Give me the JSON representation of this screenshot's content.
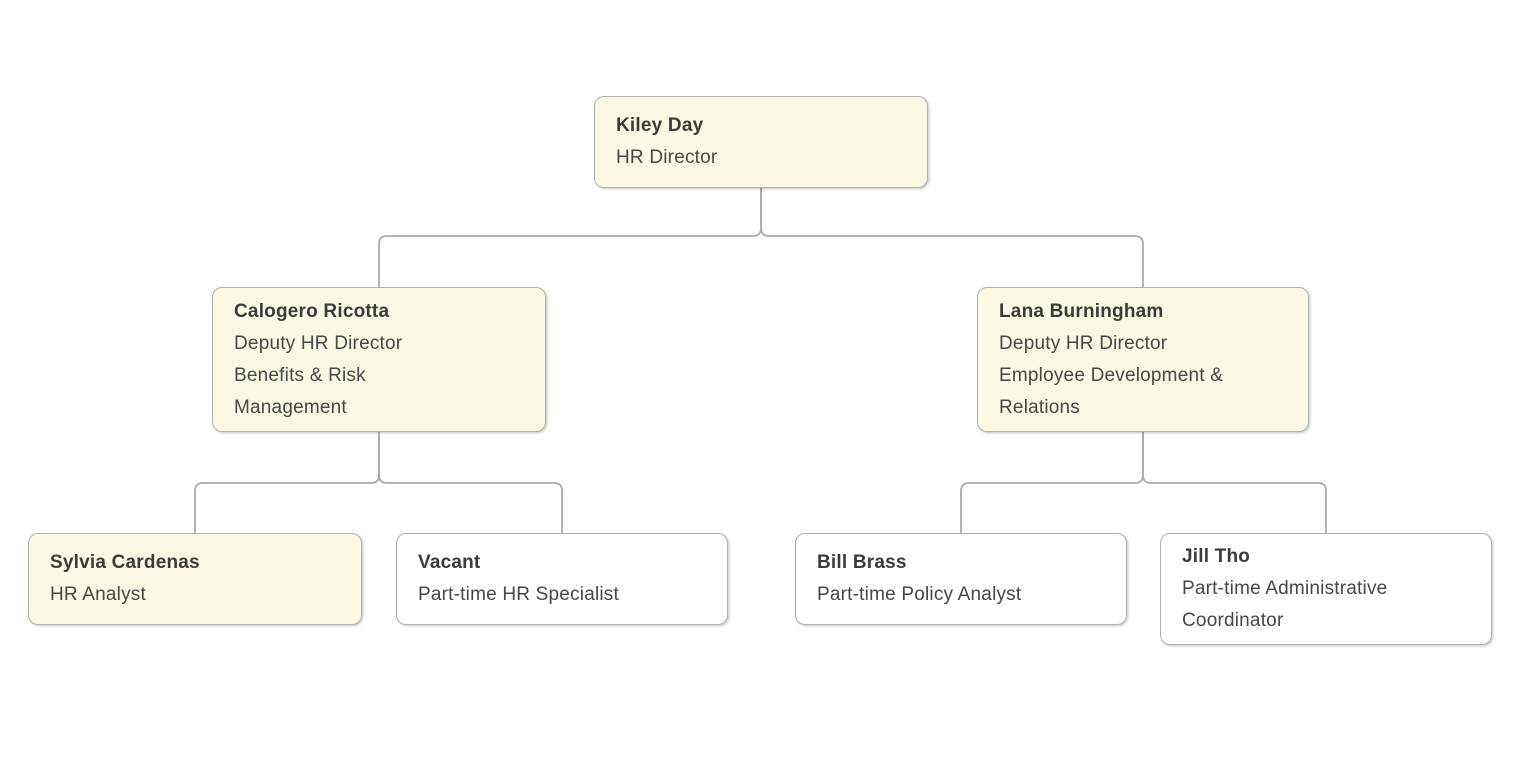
{
  "palette": {
    "canvas_background": "#ffffff",
    "card_fill_highlighted": "#fbf9e5",
    "card_fill_default": "#ffffff",
    "card_border": "#b0b0b0",
    "connector_line": "#ababab",
    "name_text": "#3b3b3b",
    "role_text": "#474747"
  },
  "org_chart": {
    "nodes": [
      {
        "name": "Kiley Day",
        "role_lines": [
          "HR Director"
        ],
        "highlighted": true,
        "reports_to": null
      },
      {
        "name": "Calogero Ricotta",
        "role_lines": [
          "Deputy HR Director",
          "Benefits & Risk",
          "Management"
        ],
        "highlighted": true,
        "reports_to": "Kiley Day"
      },
      {
        "name": "Lana Burningham",
        "role_lines": [
          "Deputy HR Director",
          "Employee Development &",
          "Relations"
        ],
        "highlighted": true,
        "reports_to": "Kiley Day"
      },
      {
        "name": "Sylvia Cardenas",
        "role_lines": [
          "HR Analyst"
        ],
        "highlighted": true,
        "reports_to": "Calogero Ricotta"
      },
      {
        "name": "Vacant",
        "role_lines": [
          "Part-time HR Specialist"
        ],
        "highlighted": false,
        "reports_to": "Calogero Ricotta"
      },
      {
        "name": "Bill Brass",
        "role_lines": [
          "Part-time Policy Analyst"
        ],
        "highlighted": false,
        "reports_to": "Lana Burningham"
      },
      {
        "name": "Jill Tho",
        "role_lines": [
          "Part-time Administrative",
          "Coordinator"
        ],
        "highlighted": false,
        "reports_to": "Lana Burningham"
      }
    ]
  }
}
